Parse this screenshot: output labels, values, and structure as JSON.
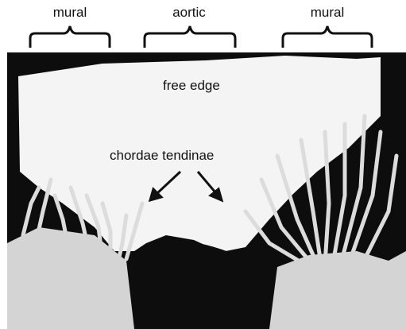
{
  "labels": {
    "mural_left": "mural",
    "aortic": "aortic",
    "mural_right": "mural",
    "free_edge": "free edge",
    "chordae_tendinae": "chordae tendinae"
  },
  "colors": {
    "background": "#ffffff",
    "tissue": "#f4f4f4",
    "dark": "#111111",
    "fiber": "#d8d8d8"
  }
}
